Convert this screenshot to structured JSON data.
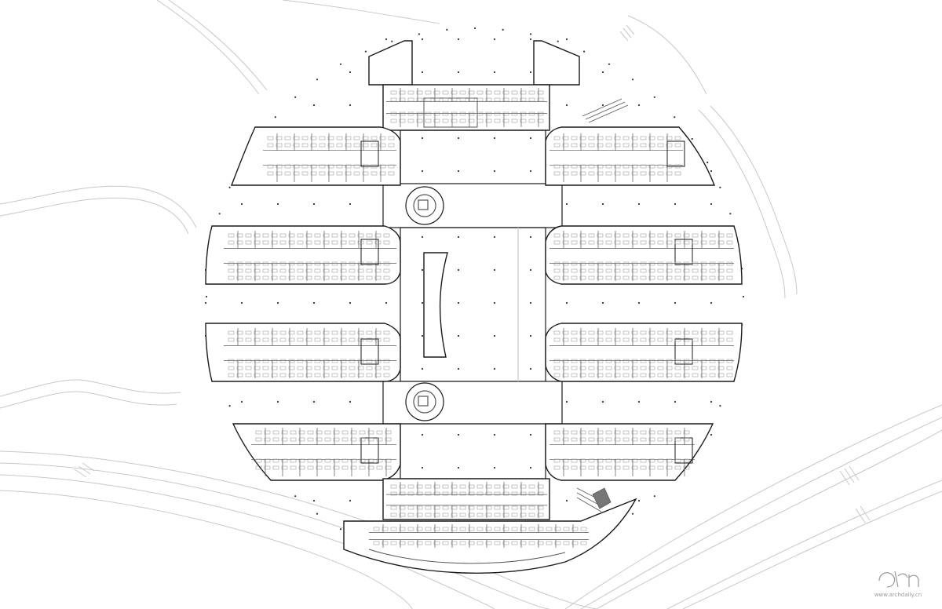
{
  "plan": {
    "colors": {
      "background": "#ffffff",
      "outline": "#1a1a1a",
      "context_lines": "#c8c8c8",
      "interior_lines": "#555555",
      "furniture": "#8a8a8a",
      "columns": "#333333"
    },
    "blocks": {
      "north_core": "north-core",
      "south_core": "south-core",
      "central_atrium": "central-atrium",
      "west_wings": [
        "west-wing-1",
        "west-wing-2",
        "west-wing-3",
        "west-wing-4"
      ],
      "east_wings": [
        "east-wing-1",
        "east-wing-2",
        "east-wing-3",
        "east-wing-4"
      ],
      "circular_cores": [
        "stair-core-north",
        "stair-core-south"
      ],
      "south_arc": "south-arc-block",
      "north_towers": [
        "north-tower-west",
        "north-tower-east"
      ]
    }
  },
  "watermark": {
    "logo_icon": "archdaily-cn-logo-icon",
    "text": "archdaily",
    "subtext": "www.archdaily.cn"
  }
}
